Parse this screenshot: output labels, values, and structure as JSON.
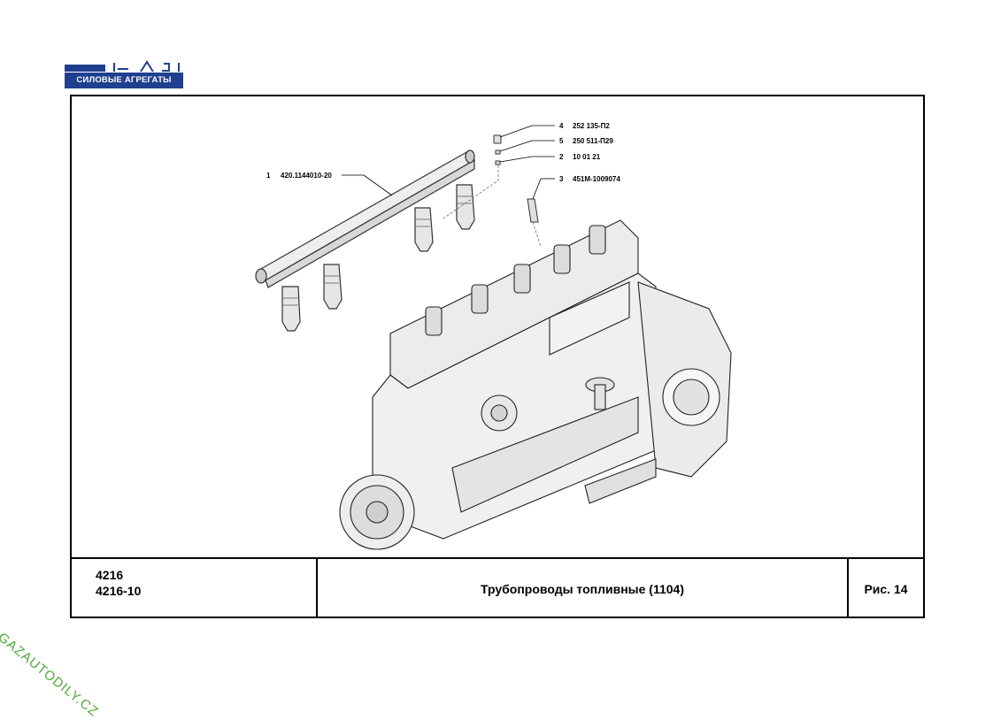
{
  "logo": {
    "brand_text": "СИЛОВЫЕ АГРЕГАТЫ"
  },
  "drawing": {
    "callouts": [
      {
        "num": "4",
        "part": "252 135-П2"
      },
      {
        "num": "5",
        "part": "250 511-П29"
      },
      {
        "num": "2",
        "part": "10 01 21"
      },
      {
        "num": "3",
        "part": "451M-1009074"
      },
      {
        "num": "1",
        "part": "420.1144010-20"
      }
    ]
  },
  "title_block": {
    "model_1": "4216",
    "model_2": "4216-10",
    "title": "Трубопроводы топливные (1104)",
    "figure": "Рис. 14"
  },
  "watermark": "GAZAUTODILY.CZ",
  "colors": {
    "brand_blue": "#1f3f8f",
    "watermark_green": "#4fa93a"
  }
}
